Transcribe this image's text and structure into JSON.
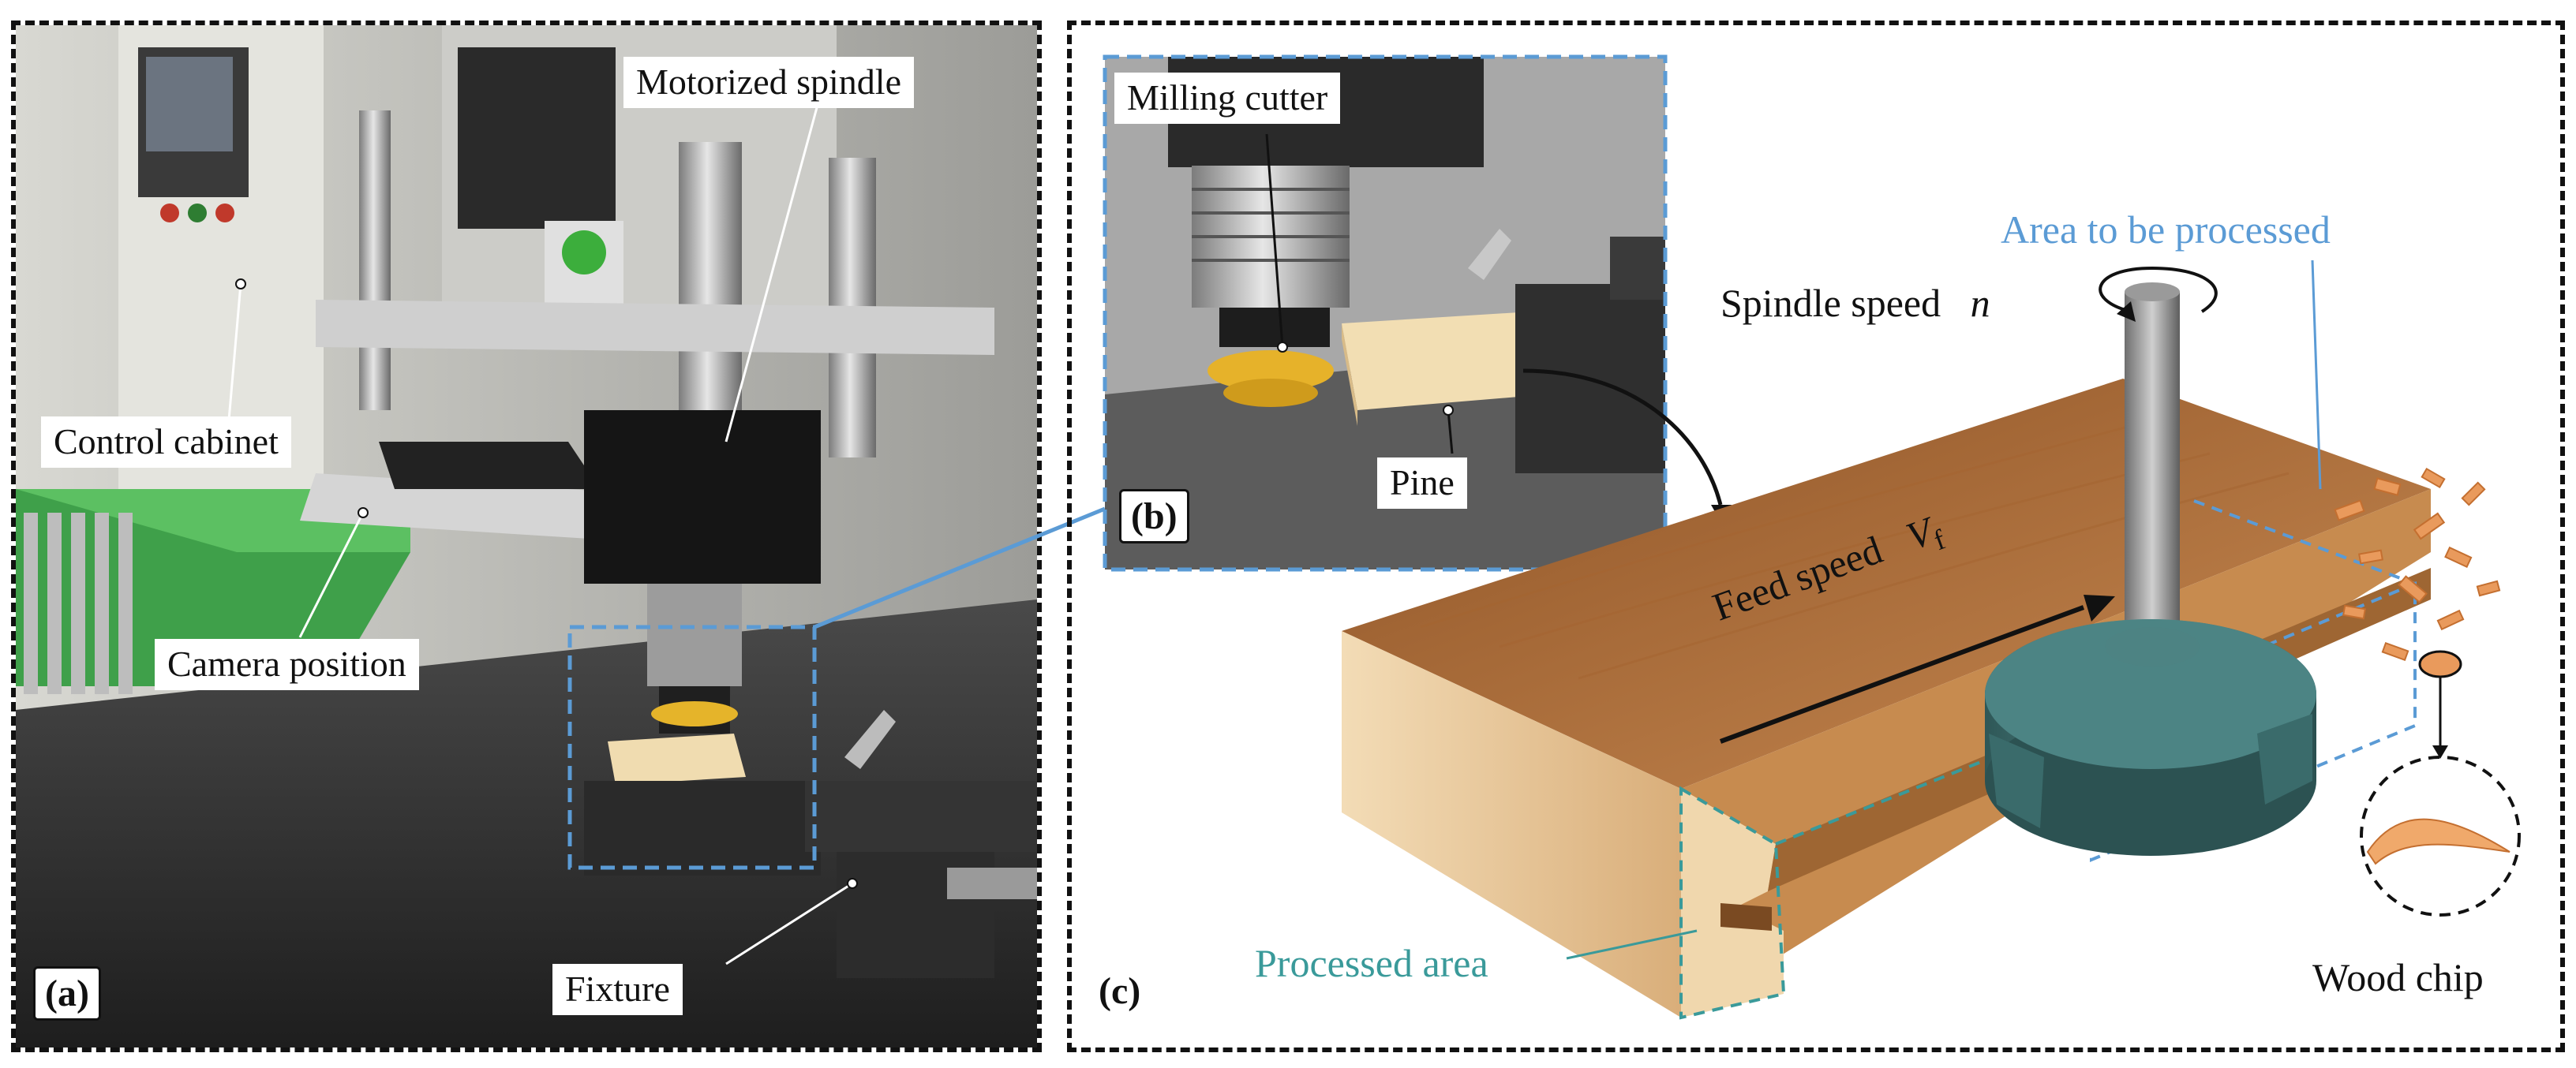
{
  "panel_a": {
    "tag": "(a)",
    "labels": {
      "motorized_spindle": "Motorized spindle",
      "control_cabinet": "Control cabinet",
      "camera_position": "Camera position",
      "fixture": "Fixture"
    }
  },
  "panel_b": {
    "tag": "(b)",
    "labels": {
      "milling_cutter": "Milling cutter",
      "pine": "Pine"
    }
  },
  "panel_c": {
    "tag": "(c)",
    "labels": {
      "area_to_be_processed": "Area to be processed",
      "spindle_speed": "Spindle speed",
      "spindle_speed_symbol": "n",
      "feed_speed": "Feed speed",
      "feed_speed_symbol": "V",
      "feed_speed_subscript": "f",
      "processed_area": "Processed area",
      "wood_chip": "Wood chip"
    }
  },
  "colors": {
    "border": "#111111",
    "highlight_blue": "#5b9bd5",
    "processed_teal": "#3a9a9a",
    "wood_light": "#e8c69a",
    "wood_top": "#b5763f",
    "cutter": "#3d6e6e",
    "chips": "#e99a5c"
  }
}
